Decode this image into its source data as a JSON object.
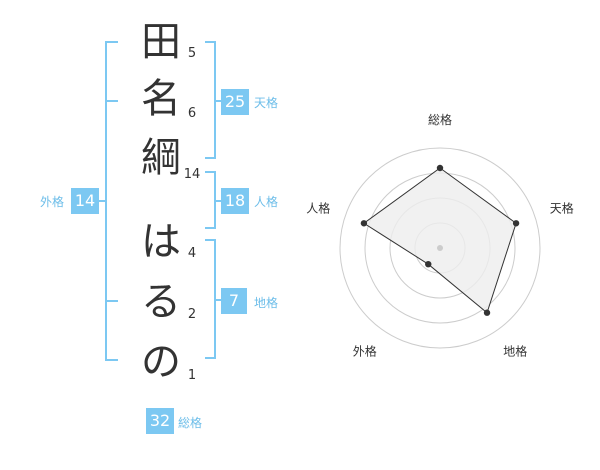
{
  "name_chars": [
    {
      "char": "田",
      "strokes": "5"
    },
    {
      "char": "名",
      "strokes": "6"
    },
    {
      "char": "綱",
      "strokes": "14"
    },
    {
      "char": "は",
      "strokes": "4"
    },
    {
      "char": "る",
      "strokes": "2"
    },
    {
      "char": "の",
      "strokes": "1"
    }
  ],
  "kaku": {
    "ten": {
      "label": "天格",
      "value": "25"
    },
    "jin": {
      "label": "人格",
      "value": "18"
    },
    "chi": {
      "label": "地格",
      "value": "7"
    },
    "gai": {
      "label": "外格",
      "value": "14"
    },
    "so": {
      "label": "総格",
      "value": "32"
    }
  },
  "chart_data": {
    "type": "radar",
    "axes": [
      "総格",
      "天格",
      "地格",
      "外格",
      "人格"
    ],
    "values": [
      0.8,
      0.8,
      0.8,
      0.2,
      0.8
    ],
    "rings": 4,
    "colors": {
      "fill": "#eeeeee",
      "stroke": "#333333",
      "rings": "#cccccc",
      "accent": "#7cc8f2"
    }
  }
}
